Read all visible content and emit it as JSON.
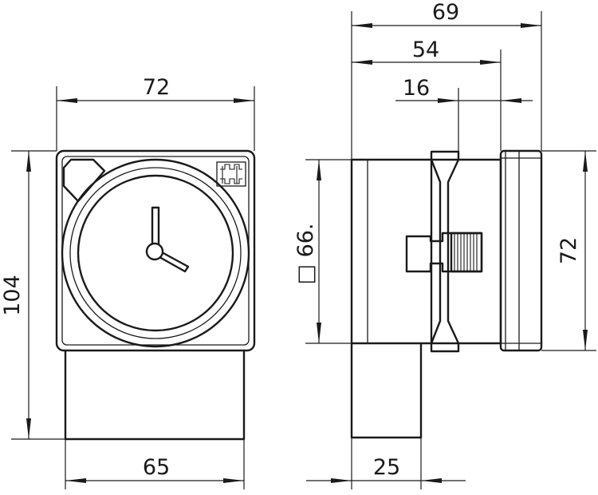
{
  "dimensions": {
    "front_width": "72",
    "front_height": "104",
    "front_base_width": "65",
    "side_total_depth": "69",
    "side_depth_54": "54",
    "side_depth_16": "16",
    "panel_cutout": "□ 66.",
    "side_height": "72",
    "side_base_width": "25"
  },
  "icons": {
    "clock_face": "clock-icon",
    "thermal_element": "heater-icon",
    "adjust_knob": "knurled-knob-icon"
  }
}
